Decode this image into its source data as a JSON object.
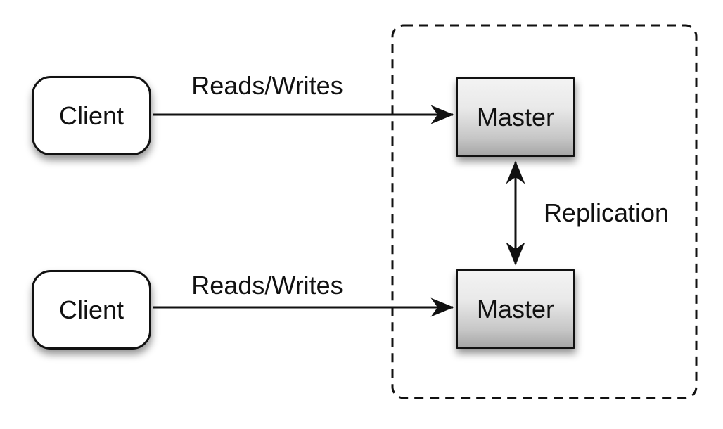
{
  "diagram": {
    "clients": [
      {
        "id": "client-1",
        "label": "Client"
      },
      {
        "id": "client-2",
        "label": "Client"
      }
    ],
    "masters": [
      {
        "id": "master-1",
        "label": "Master"
      },
      {
        "id": "master-2",
        "label": "Master"
      }
    ],
    "edges": [
      {
        "label": "Reads/Writes",
        "from": "client-1",
        "to": "master-1",
        "type": "arrow"
      },
      {
        "label": "Reads/Writes",
        "from": "client-2",
        "to": "master-2",
        "type": "arrow"
      },
      {
        "label": "Replication",
        "from": "master-1",
        "to": "master-2",
        "type": "double-arrow"
      }
    ],
    "group": {
      "contains": [
        "master-1",
        "master-2"
      ],
      "border_style": "dashed"
    },
    "colors": {
      "background": "#ffffff",
      "stroke": "#111111",
      "client_fill": "#ffffff",
      "master_fill_top": "#f3f3f3",
      "master_fill_bottom": "#a7a7a7",
      "text": "#111111"
    }
  }
}
